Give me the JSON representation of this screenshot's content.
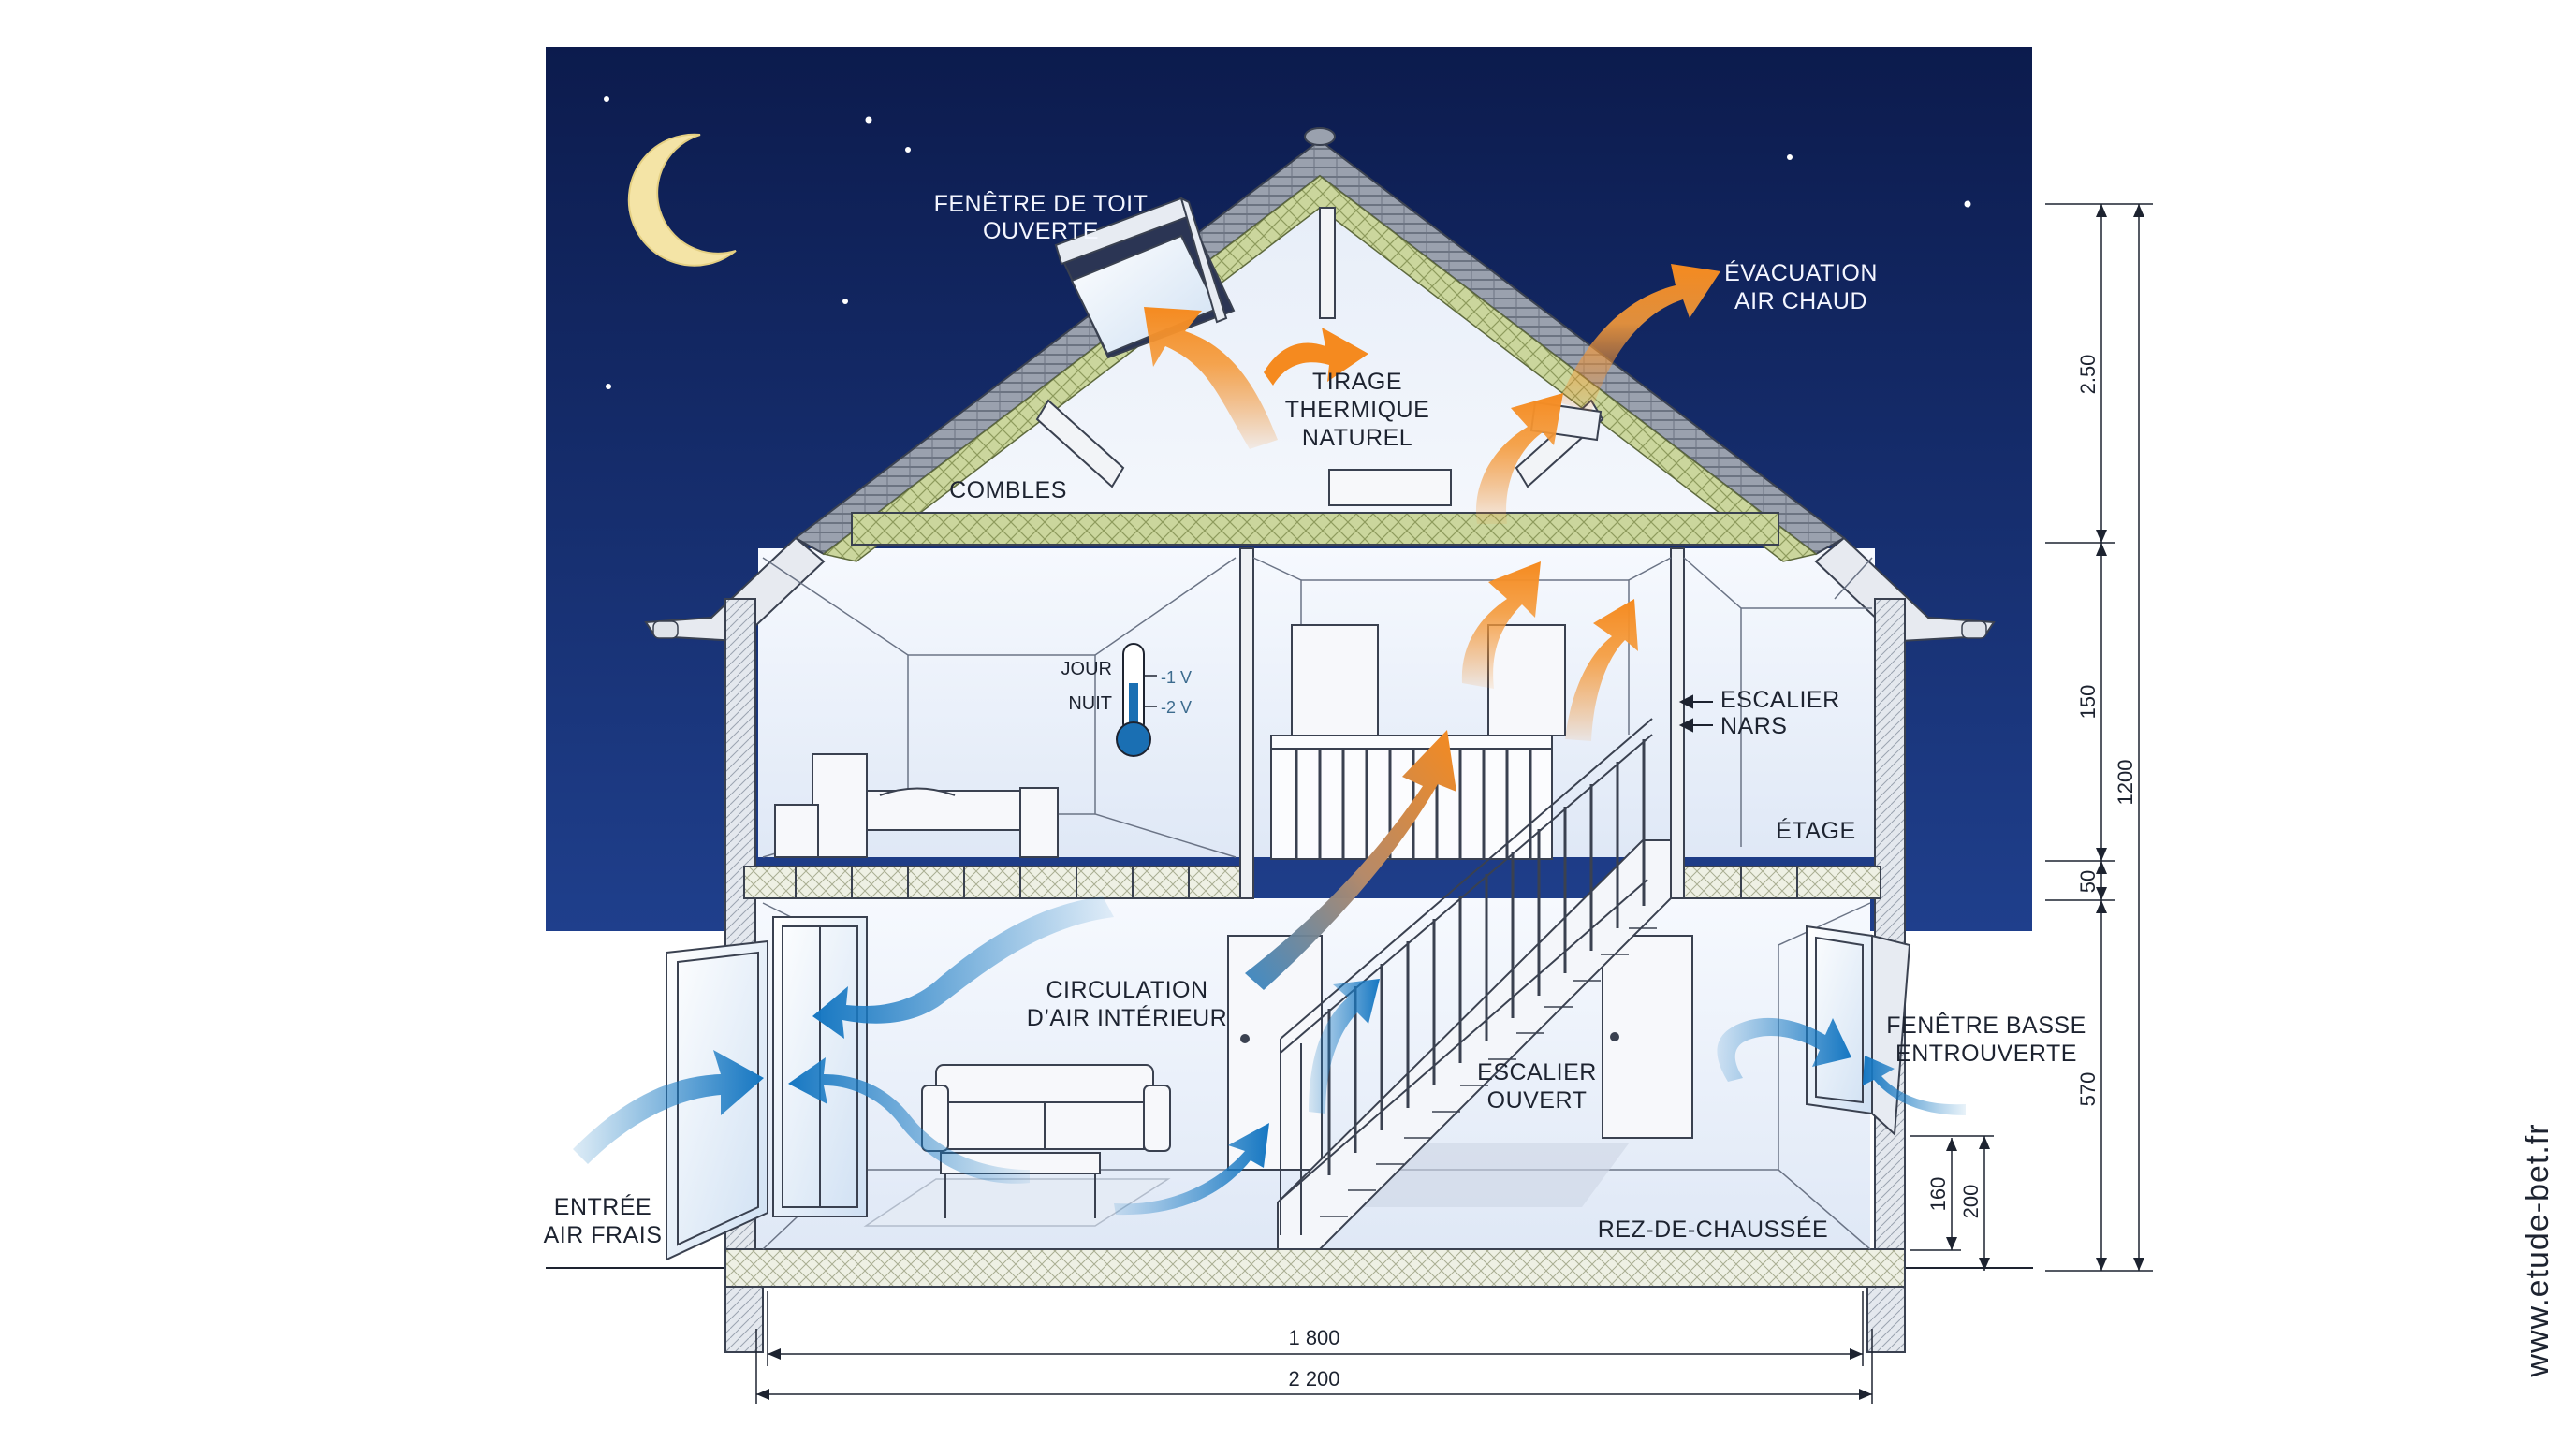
{
  "labels": {
    "fenetre_toit_1": "FENÊTRE DE TOIT",
    "fenetre_toit_2": "OUVERTE",
    "evacuation_1": "ÉVACUATION",
    "evacuation_2": "AIR CHAUD",
    "tirage_1": "TIRAGE",
    "tirage_2": "THERMIQUE",
    "tirage_3": "NATUREL",
    "combles": "COMBLES",
    "jour": "JOUR",
    "nuit": "NUIT",
    "jour_val": "-1 V",
    "nuit_val": "-2 V",
    "escalier_nars_1": "ESCALIER",
    "escalier_nars_2": "NARS",
    "etage": "ÉTAGE",
    "circulation_1": "CIRCULATION",
    "circulation_2": "D’AIR INTÉRIEUR",
    "fenetre_basse_1": "FENÊTRE BASSE",
    "fenetre_basse_2": "ENTROUVERTE",
    "escalier_ouvert_1": "ESCALIER",
    "escalier_ouvert_2": "OUVERT",
    "entree_1": "ENTRÉE",
    "entree_2": "AIR FRAIS",
    "rdc": "REZ-DE-CHAUSSÉE"
  },
  "dimensions": {
    "h_combles": "2.50",
    "h_etage": "150",
    "h_plancher": "50",
    "h_rdc": "570",
    "h_total": "1200",
    "h_allege_1": "160",
    "h_allege_2": "200",
    "w_inner": "1 800",
    "w_outer": "2 200"
  },
  "watermark": "www.etude-bet.fr",
  "colors": {
    "sky_top": "#0c1b4d",
    "sky_bottom": "#1f3f8c",
    "interior": "#eef3fb",
    "insulation": "#c7d49a",
    "warm_air": "#f28c28",
    "cool_air": "#1f7fc4",
    "roof_tile": "#8d94a3",
    "moon": "#f4e4a6"
  }
}
